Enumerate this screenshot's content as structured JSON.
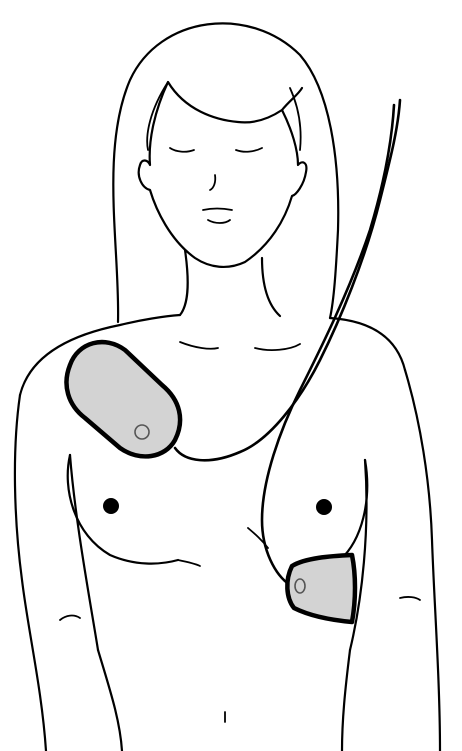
{
  "figure": {
    "title": "",
    "colors": {
      "outline": "#000000",
      "pad_fill": "#d3d3d3",
      "background": "#ffffff"
    },
    "elements": [
      "hair",
      "face",
      "torso",
      "left-arm",
      "right-arm",
      "right-upper-chest-pad",
      "left-side-chest-pad",
      "electrode-cables"
    ]
  }
}
